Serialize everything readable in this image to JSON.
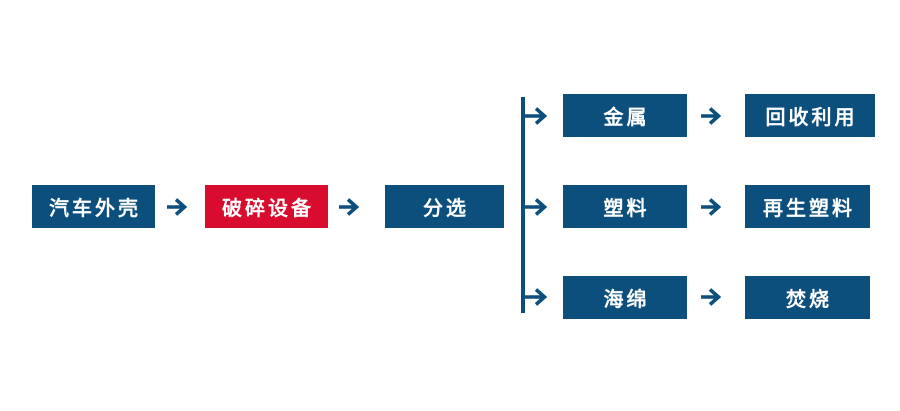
{
  "flowchart": {
    "type": "process-flow",
    "colors": {
      "node_blue": "#0c4f7d",
      "node_red": "#d80c2e",
      "arrow": "#0c4f7d",
      "label_text": "#ffffff",
      "background": "#ffffff"
    },
    "nodes": [
      {
        "id": "car-shell",
        "label": "汽车外壳",
        "color": "blue"
      },
      {
        "id": "crushing-equipment",
        "label": "破碎设备",
        "color": "red"
      },
      {
        "id": "sorting",
        "label": "分选",
        "color": "blue"
      },
      {
        "id": "metal",
        "label": "金属",
        "color": "blue"
      },
      {
        "id": "recycling",
        "label": "回收利用",
        "color": "blue"
      },
      {
        "id": "plastic",
        "label": "塑料",
        "color": "blue"
      },
      {
        "id": "recycled-plastic",
        "label": "再生塑料",
        "color": "blue"
      },
      {
        "id": "sponge",
        "label": "海绵",
        "color": "blue"
      },
      {
        "id": "incineration",
        "label": "焚烧",
        "color": "blue"
      }
    ],
    "edges": [
      {
        "from": "car-shell",
        "to": "crushing-equipment"
      },
      {
        "from": "crushing-equipment",
        "to": "sorting"
      },
      {
        "from": "sorting",
        "to": "metal"
      },
      {
        "from": "sorting",
        "to": "plastic"
      },
      {
        "from": "sorting",
        "to": "sponge"
      },
      {
        "from": "metal",
        "to": "recycling"
      },
      {
        "from": "plastic",
        "to": "recycled-plastic"
      },
      {
        "from": "sponge",
        "to": "incineration"
      }
    ]
  }
}
